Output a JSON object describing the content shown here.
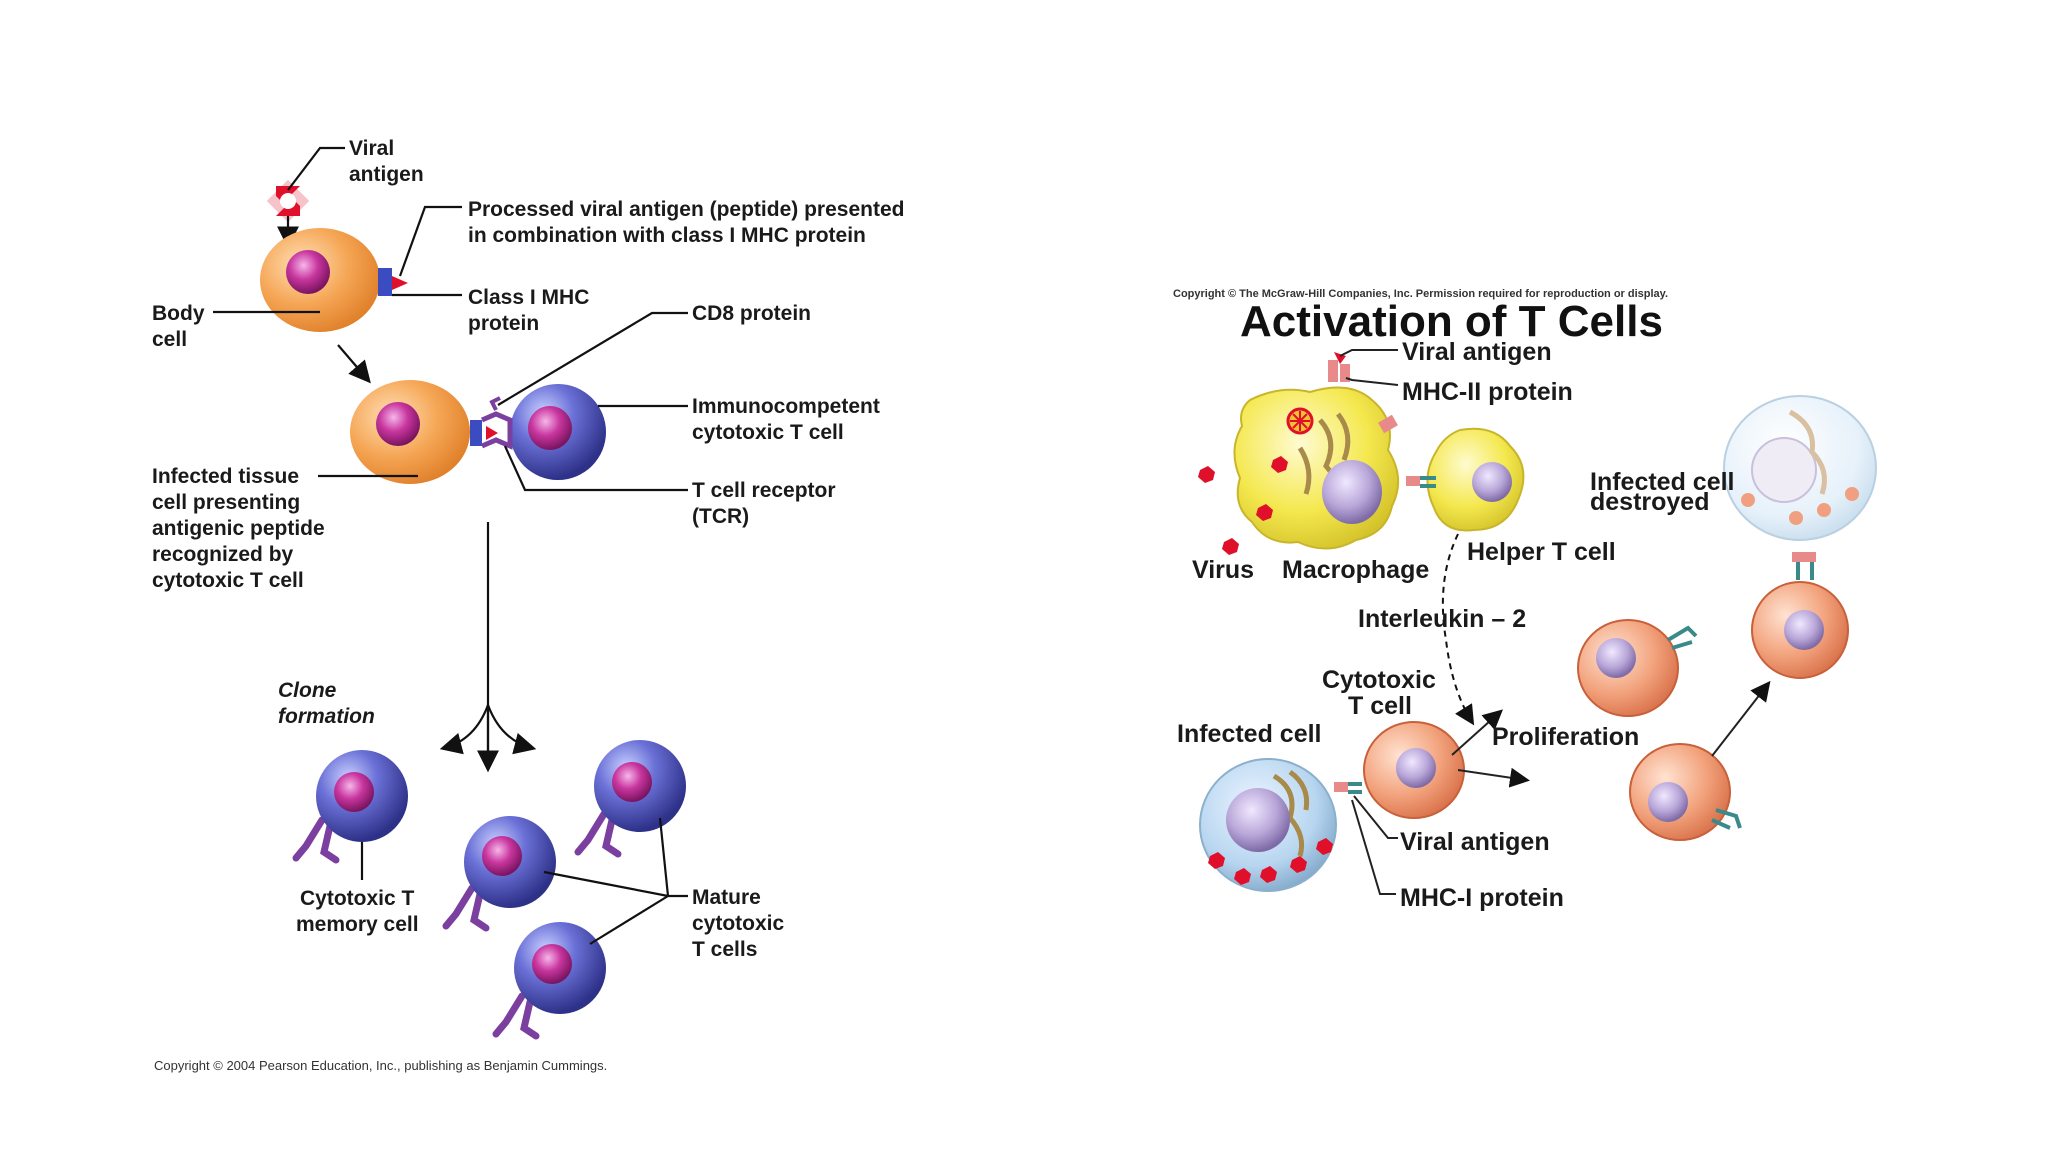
{
  "left_panel": {
    "labels": {
      "viral_antigen": [
        "Viral",
        "antigen"
      ],
      "processed_antigen": [
        "Processed viral antigen (peptide) presented",
        "in combination with class I MHC protein"
      ],
      "body_cell": [
        "Body",
        "cell"
      ],
      "class1_mhc": [
        "Class I MHC",
        "protein"
      ],
      "cd8": [
        "CD8 protein"
      ],
      "immunocompetent": [
        "Immunocompetent",
        "cytotoxic T cell"
      ],
      "infected_tissue": [
        "Infected tissue",
        "cell presenting",
        "antigenic peptide",
        "recognized by",
        "cytotoxic T cell"
      ],
      "tcr": [
        "T cell receptor",
        "(TCR)"
      ],
      "clone_formation": [
        "Clone",
        "formation"
      ],
      "memory_cell": [
        "Cytotoxic T",
        "memory cell"
      ],
      "mature": [
        "Mature",
        "cytotoxic",
        "T cells"
      ]
    },
    "copyright": "Copyright © 2004 Pearson Education, Inc., publishing as Benjamin Cummings."
  },
  "right_panel": {
    "copyright": "Copyright © The McGraw-Hill Companies, Inc. Permission required for reproduction or display.",
    "title": "Activation of T Cells",
    "labels": {
      "viral_antigen_top": "Viral antigen",
      "mhc2": "MHC-II protein",
      "infected_destroyed": [
        "Infected cell",
        "destroyed"
      ],
      "virus": "Virus",
      "macrophage": "Macrophage",
      "helper": "Helper T cell",
      "interleukin": "Interleukin – 2",
      "cytotoxic": [
        "Cytotoxic",
        "T cell"
      ],
      "infected_cell": "Infected cell",
      "proliferation": "Proliferation",
      "viral_antigen_bottom": "Viral antigen",
      "mhc1": "MHC-I protein"
    }
  },
  "colors": {
    "body_cell": "#f3a04e",
    "t_cell": "#4a4fb0",
    "nucleus": "#b23a9c",
    "receptor": "#7b3fa0",
    "macrophage": "#f2e64a",
    "cytotoxic_r": "#f0a47e",
    "virus": "#e0102a"
  }
}
